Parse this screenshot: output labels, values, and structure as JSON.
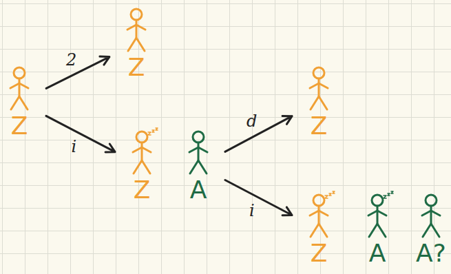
{
  "diagram": {
    "nodes": [
      {
        "text": [
          "Z"
        ]
      },
      {
        "text": [
          "Z"
        ]
      },
      {
        "text": [
          "Z"
        ]
      },
      {
        "text": [
          "A"
        ]
      },
      {
        "text": [
          "Z"
        ]
      },
      {
        "text": [
          "Z"
        ]
      },
      {
        "text": [
          "A"
        ]
      },
      {
        "text": [
          "A?"
        ]
      }
    ],
    "edges": [
      {
        "from": 0,
        "to": 1,
        "arrow": "to",
        "label": "2"
      },
      {
        "from": 0,
        "to": 2,
        "arrow": "to",
        "label": "i"
      },
      {
        "from": 3,
        "to": 4,
        "arrow": "to",
        "label": "d"
      },
      {
        "from": 3,
        "to": 5,
        "arrow": "to",
        "label": "i"
      }
    ]
  }
}
